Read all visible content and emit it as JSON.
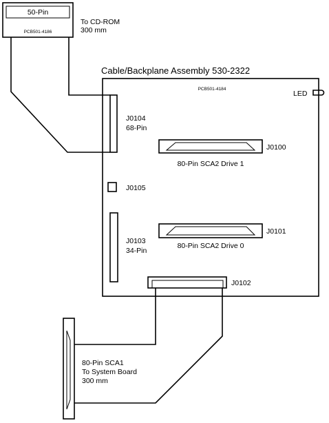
{
  "cdrom_connector": {
    "label": "50-Pin",
    "part": "PCB501-4186"
  },
  "cdrom_cable": {
    "line1": "To CD-ROM",
    "line2": "300 mm"
  },
  "assembly": {
    "title": "Cable/Backplane Assembly 530-2322",
    "part": "PCB501-4184",
    "led_label": "LED"
  },
  "j0104": {
    "name": "J0104",
    "pins": "68-Pin"
  },
  "j0100": {
    "name": "J0100",
    "desc": "80-Pin SCA2 Drive 1"
  },
  "j0105": {
    "name": "J0105"
  },
  "j0101": {
    "name": "J0101",
    "desc": "80-Pin SCA2 Drive 0"
  },
  "j0103": {
    "name": "J0103",
    "pins": "34-Pin"
  },
  "j0102": {
    "name": "J0102"
  },
  "system_cable": {
    "line1": "80-Pin SCA1",
    "line2": "To System Board",
    "line3": "300 mm"
  }
}
